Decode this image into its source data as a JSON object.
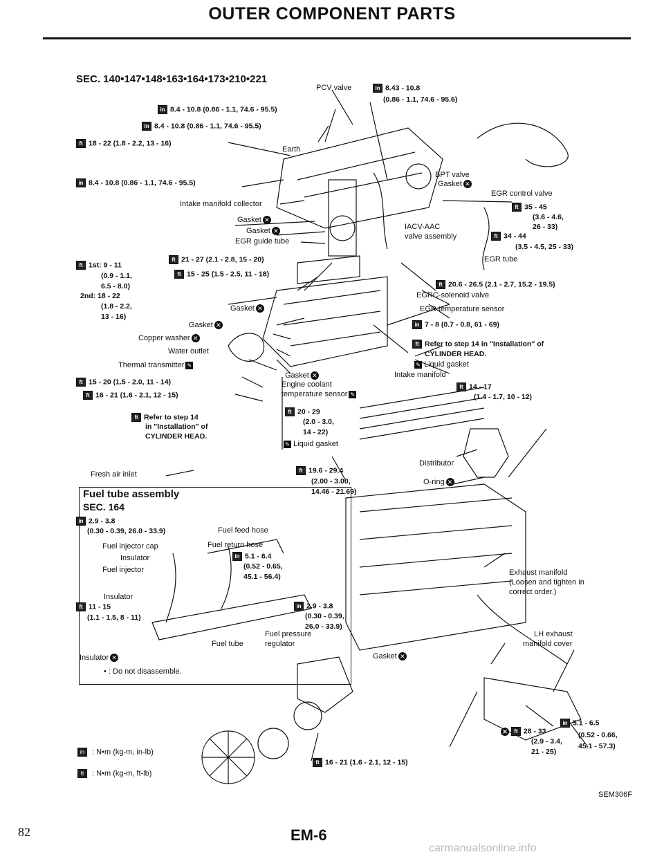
{
  "header": {
    "title": "OUTER COMPONENT PARTS",
    "section": "SEC. 140•147•148•163•164•173•210•221"
  },
  "icons": {
    "torque_in": "torque-wrench-inlb-icon",
    "torque_ft": "torque-wrench-ftlb-icon",
    "gasket": "replace-gasket-icon",
    "sealant": "liquid-gasket-icon"
  },
  "labels": {
    "pcv_valve": "PCV valve",
    "earth": "Earth",
    "bpt_valve": "BPT valve",
    "gasket": "Gasket",
    "egr_control_valve": "EGR control valve",
    "intake_manifold_collector": "Intake manifold collector",
    "egr_guide_tube": "EGR guide tube",
    "iacv_aac": "IACV-AAC",
    "valve_assembly": "valve assembly",
    "egr_tube": "EGR tube",
    "egrc_solenoid": "EGRC-solenoid valve",
    "egr_temp_sensor": "EGR temperature sensor",
    "copper_washer": "Copper washer",
    "water_outlet": "Water outlet",
    "thermal_transmitter": "Thermal transmitter",
    "liquid_gasket": "Liquid gasket",
    "intake_manifold": "Intake manifold",
    "engine_coolant": "Engine coolant",
    "temperature_sensor": "temperature sensor",
    "fresh_air_inlet": "Fresh air inlet",
    "distributor": "Distributor",
    "o_ring": "O-ring",
    "exhaust_manifold_1": "Exhaust manifold",
    "exhaust_manifold_2": "(Loosen and tighten in",
    "exhaust_manifold_3": "correct order.)",
    "lh_exhaust_1": "LH exhaust",
    "lh_exhaust_2": "manifold cover",
    "refer_cyl_1": "Refer to step 14 in \"Installation\" of",
    "refer_cyl_2": "CYLINDER HEAD.",
    "refer_b_1": "Refer to step 14",
    "refer_b_2": "in \"Installation\" of",
    "refer_b_3": "CYLINDER HEAD."
  },
  "torques": {
    "t1": "8.43 - 10.8",
    "t1b": "(0.86 - 1.1, 74.6 - 95.6)",
    "t2": "8.4 - 10.8 (0.86 - 1.1, 74.6 - 95.5)",
    "t3": "8.4 - 10.8 (0.86 - 1.1, 74.6 - 95.5)",
    "t4": "18 - 22 (1.8 - 2.2, 13 - 16)",
    "t5": "8.4 - 10.8 (0.86 - 1.1, 74.6 - 95.5)",
    "t6a": "35 - 45",
    "t6b": "(3.6 - 4.6,",
    "t6c": "26 - 33)",
    "t7a": "34 - 44",
    "t7b": "(3.5 - 4.5, 25 - 33)",
    "t8a": "1st: 9 - 11",
    "t8b": "(0.9 - 1.1,",
    "t8c": "6.5 - 8.0)",
    "t8d": "2nd: 18 - 22",
    "t8e": "(1.8 - 2.2,",
    "t8f": "13 - 16)",
    "t9": "21 - 27 (2.1 - 2.8, 15 - 20)",
    "t10": "15 - 25 (1.5 - 2.5, 11 - 18)",
    "t11": "20.6 - 26.5 (2.1 - 2.7, 15.2 - 19.5)",
    "t12": "7 - 8 (0.7 - 0.8, 61 - 69)",
    "t13": "15 - 20 (1.5 - 2.0, 11 - 14)",
    "t14": "16 - 21 (1.6 - 2.1, 12 - 15)",
    "t15a": "14 - 17",
    "t15b": "(1.4 - 1.7, 10 - 12)",
    "t16a": "20 - 29",
    "t16b": "(2.0 - 3.0,",
    "t16c": "14 - 22)",
    "t17a": "19.6 - 29.4",
    "t17b": "(2.00 - 3.00,",
    "t17c": "14.46 - 21.69)",
    "t18": "16 - 21 (1.6 - 2.1, 12 - 15)",
    "t19a": "28 - 33",
    "t19b": "(2.9 - 3.4,",
    "t19c": "21 - 25)",
    "t20a": "5.1 - 6.5",
    "t20b": "(0.52 - 0.66,",
    "t20c": "45.1 - 57.3)"
  },
  "fuel_box": {
    "title": "Fuel tube assembly",
    "section": "SEC. 164",
    "t_a": "2.9 - 3.8",
    "t_b": "(0.30 - 0.39, 26.0 - 33.9)",
    "fuel_feed_hose": "Fuel feed hose",
    "fuel_injector_cap": "Fuel injector cap",
    "fuel_return_hose": "Fuel return hose",
    "insulator_1": "Insulator",
    "t_c": "5.1 - 6.4",
    "t_d": "(0.52 - 0.65,",
    "t_e": "45.1 - 56.4)",
    "fuel_injector": "Fuel injector",
    "insulator_2": "Insulator",
    "t_f": "11 - 15",
    "t_g": "(1.1 - 1.5, 8 - 11)",
    "t_h": "2.9 - 3.8",
    "t_i": "(0.30 - 0.39,",
    "t_j": "26.0 - 33.9)",
    "fuel_pressure": "Fuel pressure",
    "regulator": "regulator",
    "fuel_tube": "Fuel tube",
    "insulator_3": "Insulator",
    "do_not": "• : Do not disassemble."
  },
  "legend": {
    "nm_in": ": N•m (kg-m, in-lb)",
    "nm_ft": ": N•m (kg-m, ft-lb)"
  },
  "footer": {
    "code": "SEM306F",
    "page_number": "82",
    "page_code": "EM-6",
    "watermark": "carmanualsonline.info"
  }
}
